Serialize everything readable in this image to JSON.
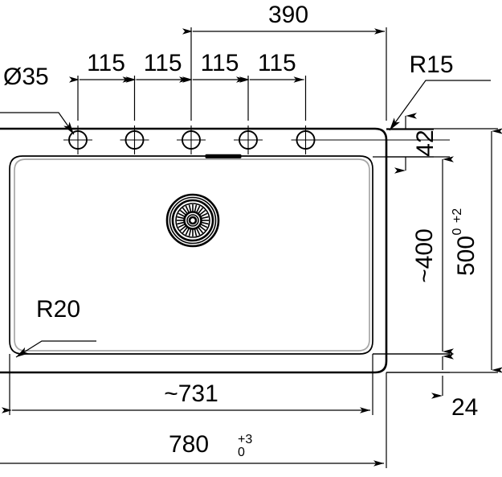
{
  "drawing": {
    "title": "Kitchen sink technical drawing – top view",
    "units": "mm",
    "line_color": "#000000",
    "background_color": "#ffffff"
  },
  "dimensions": {
    "hole_diameter": {
      "label": "Ø35",
      "value": 35,
      "symbol": "Ø",
      "kind": "diameter-callout",
      "target": "tap hole"
    },
    "hole_spacing": {
      "label": "115",
      "value": 115,
      "count": 4,
      "labels": [
        "115",
        "115",
        "115",
        "115"
      ],
      "kind": "linear-chain"
    },
    "hole_group_width": {
      "label": "390",
      "value": 390,
      "kind": "linear"
    },
    "corner_radius_outer": {
      "label": "R15",
      "value": 15,
      "symbol": "R",
      "kind": "radius-callout",
      "target": "outer rim corner"
    },
    "corner_radius_inner": {
      "label": "R20",
      "value": 20,
      "symbol": "R",
      "kind": "radius-callout",
      "target": "bowl corner"
    },
    "rim_top": {
      "label": "42",
      "value": 42,
      "kind": "linear-vertical"
    },
    "bowl_height": {
      "label": "~400",
      "value": 400,
      "approx": true,
      "kind": "linear-vertical"
    },
    "overall_height": {
      "label": "500",
      "value": 500,
      "tolerance_upper": "+2",
      "tolerance_lower": "0",
      "kind": "linear-vertical"
    },
    "rim_bottom": {
      "label": "24",
      "value": 24,
      "kind": "linear-vertical"
    },
    "bowl_width": {
      "label": "~731",
      "value": 731,
      "approx": true,
      "kind": "linear-horizontal"
    },
    "overall_width": {
      "label": "780",
      "value": 780,
      "tolerance_upper": "+3",
      "tolerance_lower": "0",
      "kind": "linear-horizontal"
    }
  },
  "features": {
    "tap_holes": {
      "name": "tap-hole",
      "count": 5,
      "diameter_label": "Ø35"
    },
    "drain": {
      "name": "drain-strainer",
      "slots": 28
    },
    "overflow": {
      "name": "overflow-slot"
    },
    "outline": {
      "name": "sink-outer-outline"
    },
    "bowl": {
      "name": "sink-bowl-outline"
    }
  }
}
